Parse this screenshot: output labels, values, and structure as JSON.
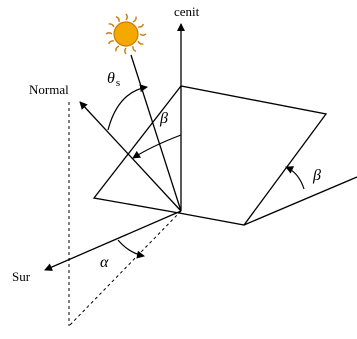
{
  "diagram": {
    "labels": {
      "zenith": "cenit",
      "normal": "Normal",
      "south": "Sur",
      "theta": "θ",
      "theta_sub": "s",
      "beta_upper": "β",
      "beta_right": "β",
      "alpha": "α"
    },
    "colors": {
      "sun_fill": "#f5a800",
      "sun_outline": "#c77c00",
      "line": "#000000"
    },
    "icons": {
      "sun": "sun-icon"
    }
  }
}
